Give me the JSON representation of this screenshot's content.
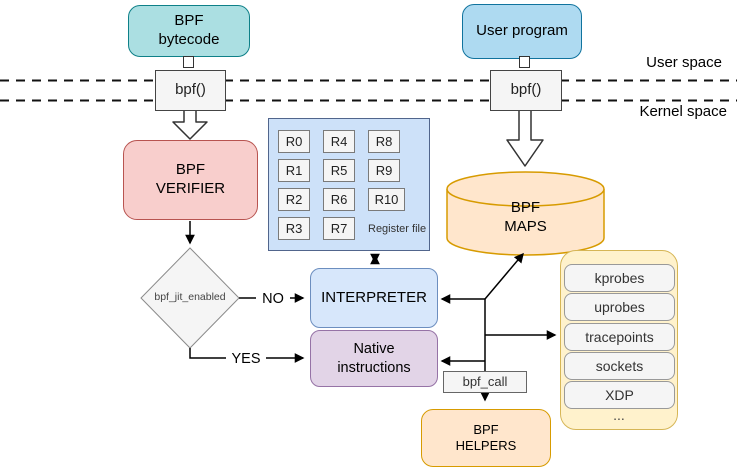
{
  "spaces": {
    "user_label": "User space",
    "kernel_label": "Kernel space"
  },
  "nodes": {
    "bpf_bytecode": "BPF\nbytecode",
    "user_program": "User program",
    "bpf_syscall_user": "bpf()",
    "bpf_syscall_kernel": "bpf()",
    "bpf_verifier": "BPF\nVERIFIER",
    "bpf_maps": "BPF\nMAPS",
    "interpreter": "INTERPRETER",
    "native_instructions": "Native\ninstructions",
    "bpf_call": "bpf_call",
    "bpf_helpers": "BPF\nHELPERS",
    "jit_decision": "bpf_jit_enabled"
  },
  "decision_labels": {
    "no": "NO",
    "yes": "YES"
  },
  "register_file": {
    "caption": "Register file",
    "registers": [
      "R0",
      "R1",
      "R2",
      "R3",
      "R4",
      "R5",
      "R6",
      "R7",
      "R8",
      "R9",
      "R10"
    ]
  },
  "hooks": {
    "items": [
      "kprobes",
      "uprobes",
      "tracepoints",
      "sockets",
      "XDP"
    ],
    "more_label": "..."
  },
  "colors": {
    "teal_fill": "#ABDFE2",
    "teal_stroke": "#0E8088",
    "blue_fill": "#AEDAF1",
    "blue_stroke": "#10739E",
    "pink_fill": "#F8CECC",
    "pink_stroke": "#B85450",
    "regfile_fill": "#CDE1F9",
    "regfile_stroke": "#51658C",
    "lightblue_fill": "#D7E7FB",
    "lightblue_stroke": "#6C8EBF",
    "purple_fill": "#E2D4E7",
    "purple_stroke": "#9673A6",
    "orange_fill": "#FFE6CC",
    "orange_stroke": "#D79B00",
    "cream_fill": "#FFF2CC",
    "cream_stroke": "#D6B656",
    "gray_fill": "#F5F5F5",
    "line_color": "#000000"
  }
}
